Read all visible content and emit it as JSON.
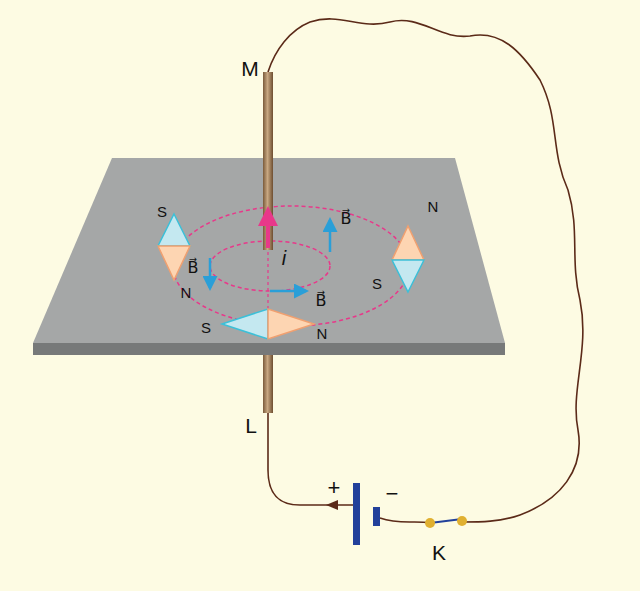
{
  "diagram": {
    "labels": [
      "M",
      "S",
      "i",
      "B⃗",
      "N",
      "B⃗",
      "N",
      "S",
      "B⃗",
      "S",
      "N",
      "L",
      "+",
      "−",
      "K"
    ]
  }
}
